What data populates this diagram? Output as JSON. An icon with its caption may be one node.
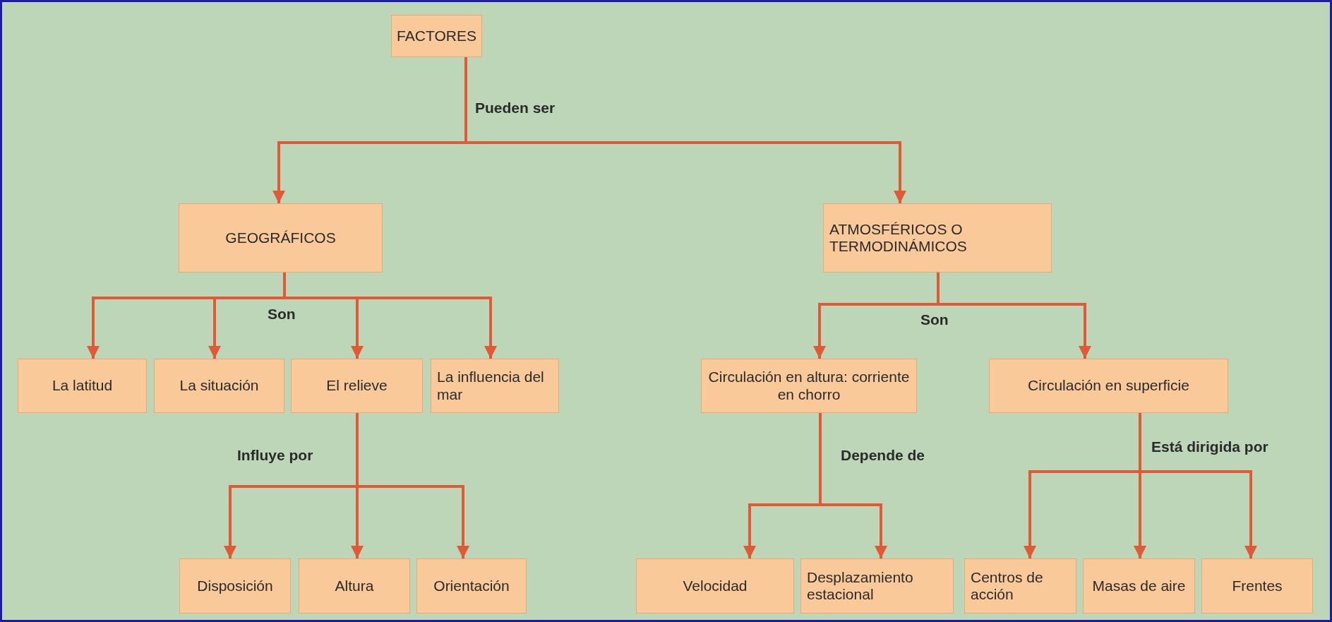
{
  "diagram": {
    "nodes": [
      {
        "text": [
          "FACTORES"
        ]
      },
      {
        "text": [
          "GEOGRÁFICOS"
        ]
      },
      {
        "text": [
          "ATMOSFÉRICOS O TERMODINÁMICOS"
        ]
      },
      {
        "text": [
          "La latitud"
        ]
      },
      {
        "text": [
          "La situación"
        ]
      },
      {
        "text": [
          "El relieve"
        ]
      },
      {
        "text": [
          "La influencia del mar"
        ]
      },
      {
        "text": [
          "Circulación en altura: corriente en chorro"
        ]
      },
      {
        "text": [
          "Circulación en superficie"
        ]
      },
      {
        "text": [
          "Disposición"
        ]
      },
      {
        "text": [
          "Altura"
        ]
      },
      {
        "text": [
          "Orientación"
        ]
      },
      {
        "text": [
          "Velocidad"
        ]
      },
      {
        "text": [
          "Desplazamiento estacional"
        ]
      },
      {
        "text": [
          "Centros de acción"
        ]
      },
      {
        "text": [
          "Masas de aire"
        ]
      },
      {
        "text": [
          "Frentes"
        ]
      }
    ],
    "edges": [
      {
        "from": 0,
        "to": 1,
        "arrow": "to",
        "label": "Pueden ser"
      },
      {
        "from": 0,
        "to": 2,
        "arrow": "to"
      },
      {
        "from": 1,
        "to": 3,
        "arrow": "to",
        "label": "Son"
      },
      {
        "from": 1,
        "to": 4,
        "arrow": "to"
      },
      {
        "from": 1,
        "to": 5,
        "arrow": "to"
      },
      {
        "from": 1,
        "to": 6,
        "arrow": "to"
      },
      {
        "from": 2,
        "to": 7,
        "arrow": "to",
        "label": "Son"
      },
      {
        "from": 2,
        "to": 8,
        "arrow": "to"
      },
      {
        "from": 5,
        "to": 9,
        "arrow": "to",
        "label": "Influye por"
      },
      {
        "from": 5,
        "to": 10,
        "arrow": "to"
      },
      {
        "from": 5,
        "to": 11,
        "arrow": "to"
      },
      {
        "from": 7,
        "to": 12,
        "arrow": "to",
        "label": "Depende de"
      },
      {
        "from": 7,
        "to": 13,
        "arrow": "to"
      },
      {
        "from": 8,
        "to": 14,
        "arrow": "to",
        "label": "Está dirigida por"
      },
      {
        "from": 8,
        "to": 15,
        "arrow": "to"
      },
      {
        "from": 8,
        "to": 16,
        "arrow": "to"
      }
    ]
  }
}
